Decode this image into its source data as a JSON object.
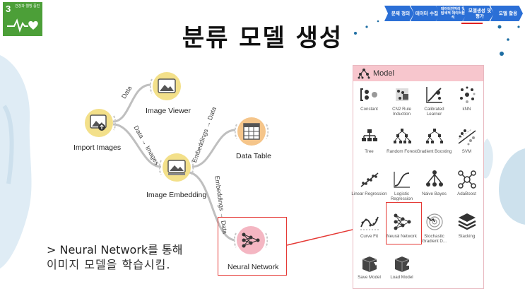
{
  "sdg": {
    "number": "3",
    "text": "건강과 웰빙 증진"
  },
  "title": "분류 모델 생성",
  "steps": [
    {
      "label": "문제 정의"
    },
    {
      "label": "데이터 수집"
    },
    {
      "label": "데이터전처리 및 탐색적 데이터분석"
    },
    {
      "label": "모델생성 및 평가"
    },
    {
      "label": "모델 활용"
    }
  ],
  "workflow": {
    "widgets": [
      {
        "name": "Import Images"
      },
      {
        "name": "Image Viewer"
      },
      {
        "name": "Image Embedding"
      },
      {
        "name": "Data Table"
      },
      {
        "name": "Neural Network"
      }
    ],
    "links": [
      {
        "label": "Data"
      },
      {
        "label": "Data → Images"
      },
      {
        "label": "Embeddings → Data"
      },
      {
        "label": "Embeddings → Data"
      }
    ]
  },
  "panel": {
    "title": "Model",
    "items": [
      {
        "label": "Constant",
        "icon": "constant-icon"
      },
      {
        "label": "CN2 Rule Induction",
        "icon": "cn2-icon"
      },
      {
        "label": "Calibrated Learner",
        "icon": "calibrated-icon"
      },
      {
        "label": "kNN",
        "icon": "knn-icon"
      },
      {
        "label": "Tree",
        "icon": "tree-icon"
      },
      {
        "label": "Random Forest",
        "icon": "random-forest-icon"
      },
      {
        "label": "Gradient Boosting",
        "icon": "gradient-boosting-icon"
      },
      {
        "label": "SVM",
        "icon": "svm-icon"
      },
      {
        "label": "Linear Regression",
        "icon": "linear-regression-icon"
      },
      {
        "label": "Logistic Regression",
        "icon": "logistic-regression-icon"
      },
      {
        "label": "Naive Bayes",
        "icon": "naive-bayes-icon"
      },
      {
        "label": "AdaBoost",
        "icon": "adaboost-icon"
      },
      {
        "label": "Curve Fit",
        "icon": "curve-fit-icon"
      },
      {
        "label": "Neural Network",
        "icon": "neural-network-icon"
      },
      {
        "label": "Stochastic Gradient D...",
        "icon": "sgd-icon"
      },
      {
        "label": "Stacking",
        "icon": "stacking-icon"
      },
      {
        "label": "Save Model",
        "icon": "save-model-icon"
      },
      {
        "label": "Load Model",
        "icon": "load-model-icon"
      }
    ]
  },
  "caption": {
    "line1": "> Neural Network를 통해",
    "line2": "이미지 모델을 학습시킴."
  },
  "colors": {
    "sdg_green": "#4c9f38",
    "step_blue": "#2b6fd6",
    "widget_orange": "#f5c58a",
    "widget_yellow": "#f3e08a",
    "widget_pink": "#f4b6c2",
    "highlight_red": "#e53935",
    "panel_header": "#f7c6cd"
  }
}
